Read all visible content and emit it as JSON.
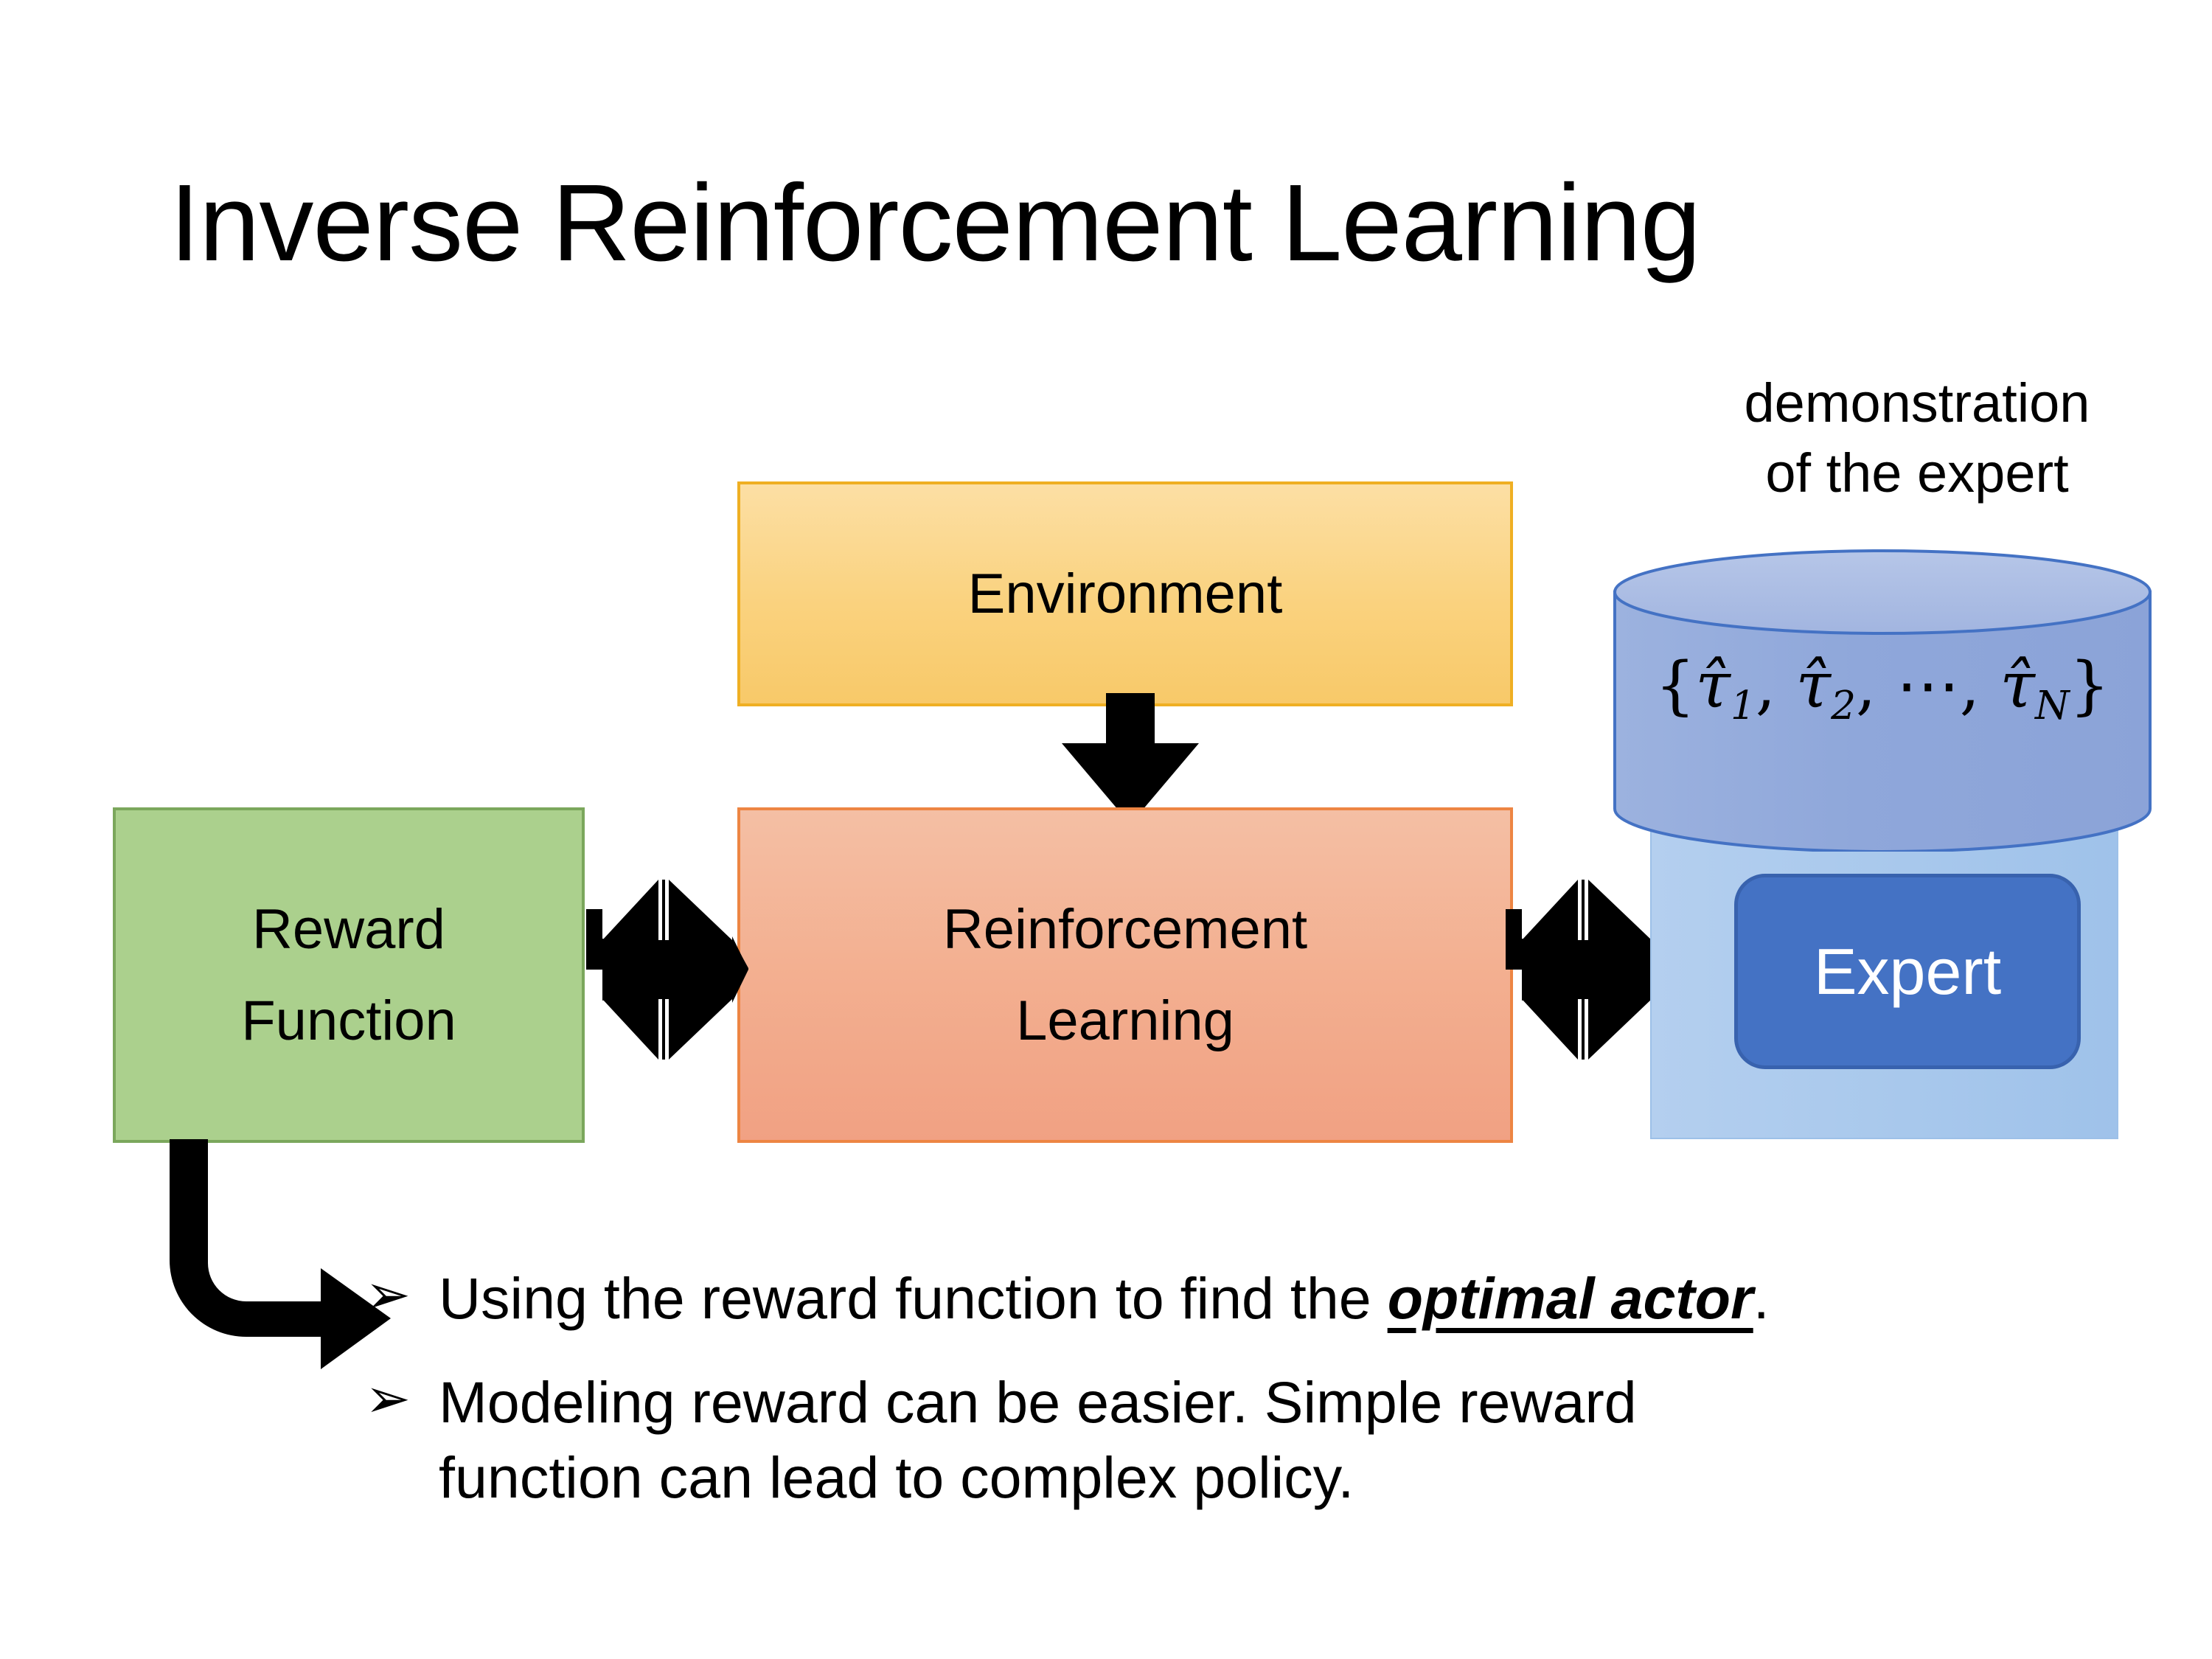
{
  "slide": {
    "title": "Inverse Reinforcement Learning",
    "background_color": "#FFFFFF"
  },
  "diagram": {
    "boxes": [
      {
        "name": "environment",
        "label": "Environment",
        "fill_color": "#FAD27E",
        "border_color": "#EFAF23"
      },
      {
        "name": "reinforcement-learning",
        "label_line1": "Reinforcement",
        "label_line2": "Learning",
        "fill_color": "#F3AF90",
        "border_color": "#ED8543"
      },
      {
        "name": "reward-function",
        "label_line1": "Reward",
        "label_line2": "Function",
        "fill_color": "#ABD08D",
        "border_color": "#7BA75C"
      }
    ],
    "expert_group": {
      "caption_line1": "demonstration",
      "caption_line2": "of the expert",
      "cylinder": {
        "formula_open": "{",
        "tau1": "τ̂",
        "tau1_sub": "1",
        "sep1": ", ",
        "tau2": "τ̂",
        "tau2_sub": "2",
        "sep2": ", ⋯, ",
        "tauN": "τ̂",
        "tauN_sub": "N",
        "formula_close": "}",
        "fill_color": "#8EA9DB",
        "border_color": "#4472C4"
      },
      "panel": {
        "fill_color": "#A8C8EC"
      },
      "chip": {
        "label": "Expert",
        "fill_color": "#4472C4",
        "border_color": "#3862AE",
        "text_color": "#FFFFFF"
      }
    },
    "arrows": [
      {
        "name": "environment-to-rl",
        "direction": "down",
        "color": "#000000"
      },
      {
        "name": "reward-rl-quad",
        "direction": "four-way",
        "color": "#000000"
      },
      {
        "name": "rl-expert-quad",
        "direction": "four-way",
        "color": "#000000"
      },
      {
        "name": "reward-to-bullet-elbow",
        "direction": "down-then-right",
        "color": "#000000"
      }
    ]
  },
  "bullets": [
    {
      "marker": "➢",
      "text_before": "Using the reward function to find the ",
      "emphasis": "optimal actor",
      "text_after": "."
    },
    {
      "marker": "➢",
      "line1": "Modeling reward can be easier. Simple reward",
      "line2": "function can lead to complex policy."
    }
  ]
}
